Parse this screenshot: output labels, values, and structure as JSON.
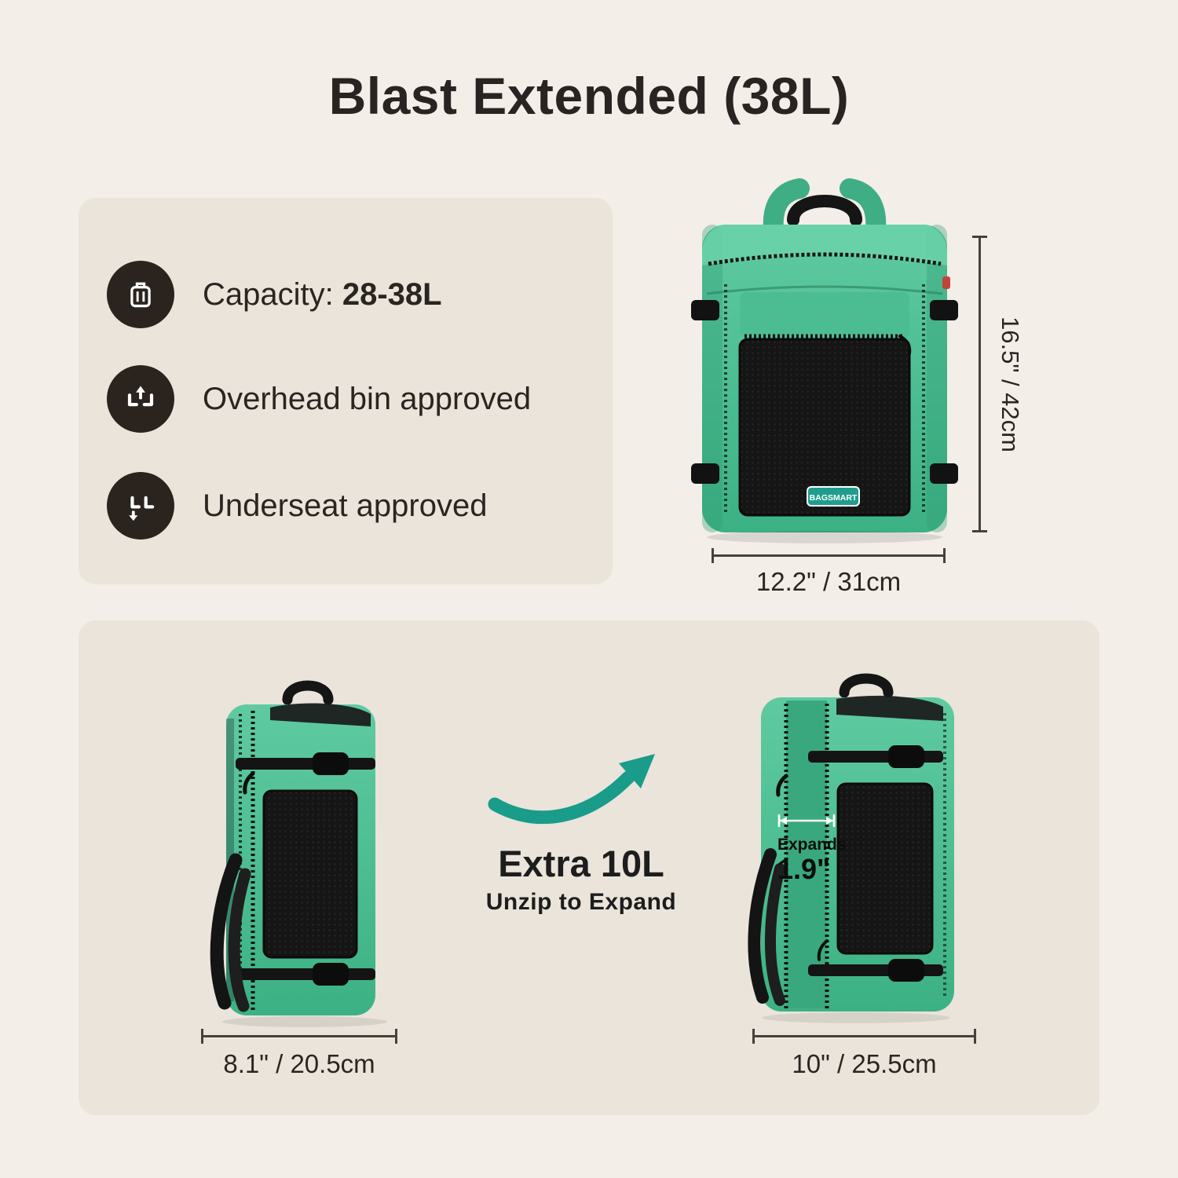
{
  "page": {
    "title": "Blast Extended (38L)"
  },
  "colors": {
    "background": "#f3eee8",
    "card": "#eae4db",
    "accent_teal": "#1a9c8a",
    "bag_green": "#4fc096",
    "icon_circle": "#2a231e",
    "text": "#2b2521"
  },
  "features": {
    "items": [
      {
        "icon": "carry-on-luggage-icon",
        "prefix": "Capacity: ",
        "bold": "28-38L"
      },
      {
        "icon": "overhead-bin-seats-icon",
        "label": "Overhead bin approved"
      },
      {
        "icon": "underseat-seats-icon",
        "label": "Underseat approved"
      }
    ]
  },
  "front_view": {
    "logo": "BAGSMART",
    "height_label": "16.5\" / 42cm",
    "width_label": "12.2\" / 31cm"
  },
  "expansion": {
    "headline": "Extra 10L",
    "subheadline": "Unzip to Expand",
    "note_label": "Expands",
    "note_value": "1.9\"",
    "collapsed_width_label": "8.1\" / 20.5cm",
    "expanded_width_label": "10\" / 25.5cm"
  }
}
